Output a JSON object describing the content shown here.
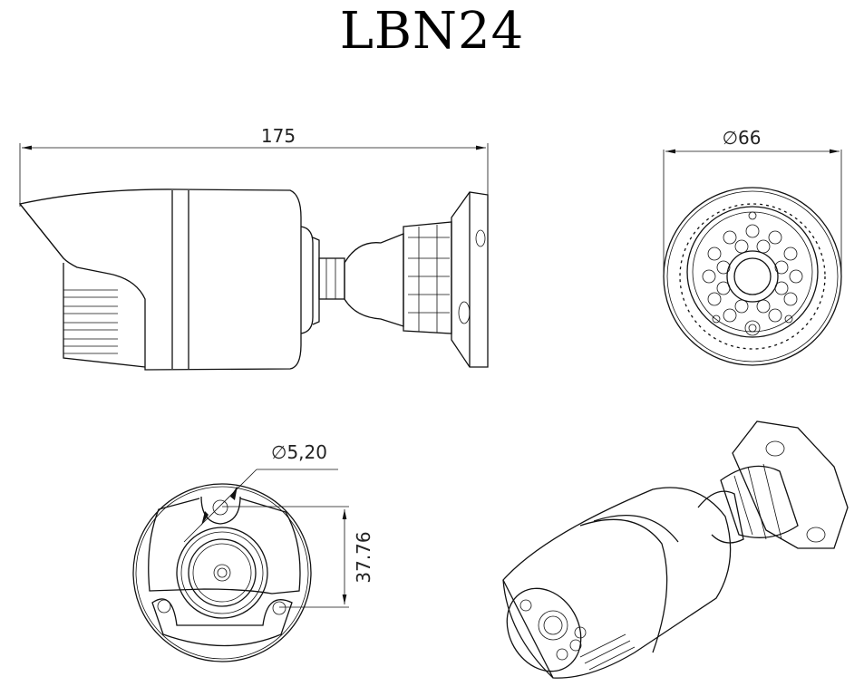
{
  "title": "LBN24",
  "dimensions": {
    "length": "175",
    "diameter": "∅66",
    "hole_diameter": "∅5,20",
    "hole_spacing": "37.76"
  },
  "views": [
    "side-view",
    "front-view",
    "mount-base-view",
    "perspective-view"
  ]
}
